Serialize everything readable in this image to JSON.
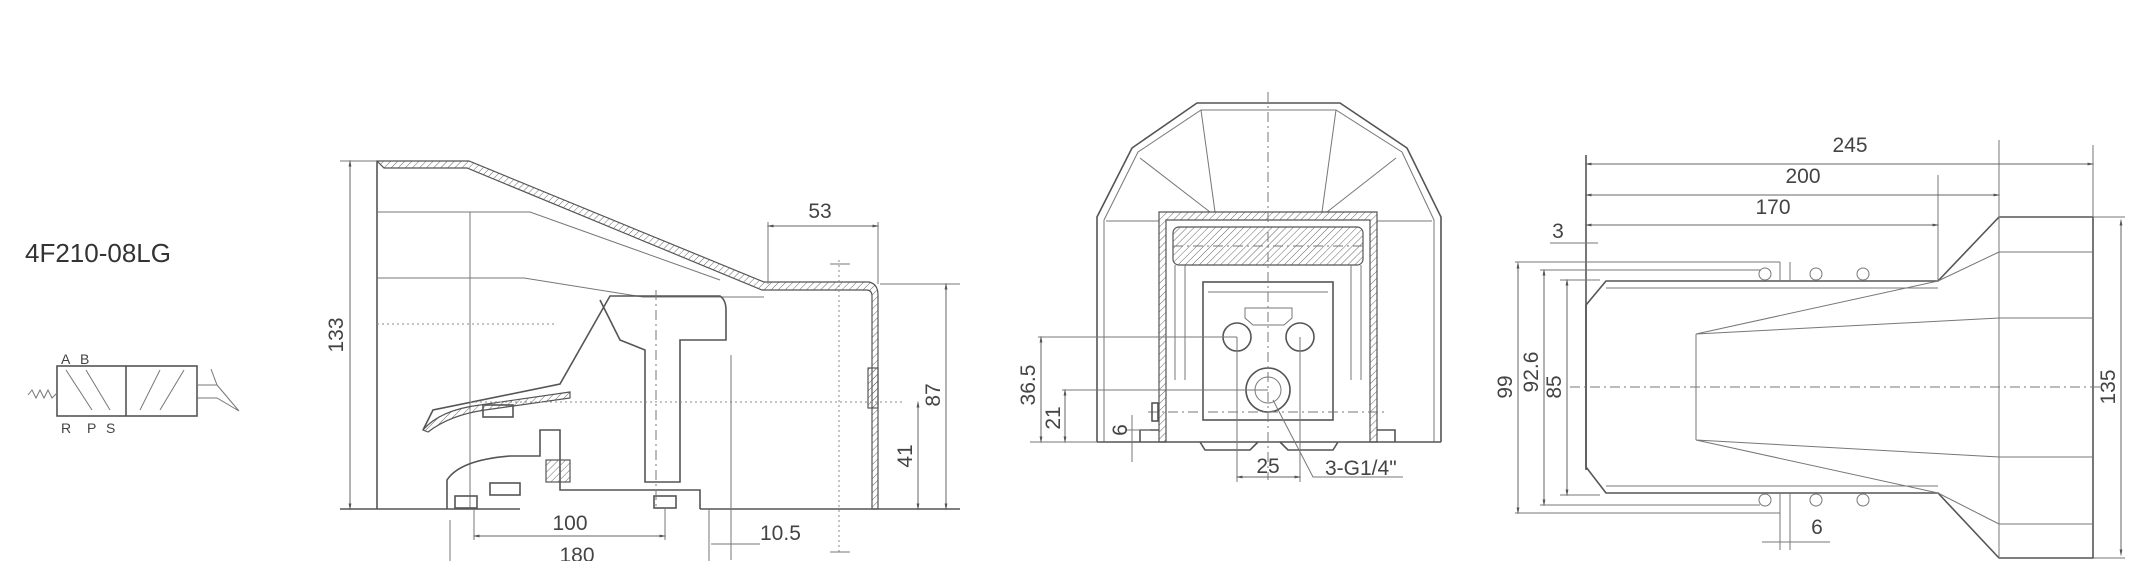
{
  "model": "4F210-08LG",
  "symbol": {
    "ports_top": [
      "A",
      "B"
    ],
    "ports_bottom": [
      "R",
      "P",
      "S"
    ]
  },
  "side_view": {
    "dims": {
      "height_total": "133",
      "top_flat": "53",
      "height_right": "87",
      "port_height": "41",
      "mount_spacing": "100",
      "base_length": "180",
      "offset": "10.5"
    }
  },
  "front_view": {
    "dims": {
      "port_upper": "36.5",
      "port_lower": "21",
      "base_thk": "6",
      "port_spacing": "25",
      "port_spec": "3-G1/4\""
    }
  },
  "top_view": {
    "dims": {
      "length_total": "245",
      "length_200": "200",
      "length_170": "170",
      "offset_3": "3",
      "width_99": "99",
      "width_92_6": "92.6",
      "width_85": "85",
      "width_135": "135",
      "slot_6": "6"
    }
  },
  "colors": {
    "line": "#555555",
    "background": "#ffffff"
  }
}
